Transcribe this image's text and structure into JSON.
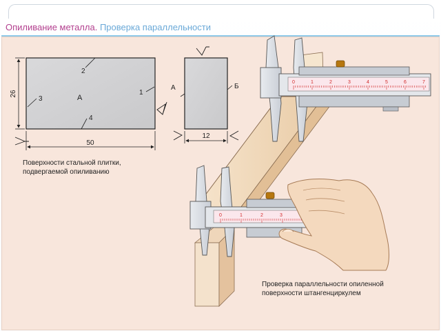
{
  "title": {
    "part1": "Опиливание металла.",
    "part2": "Проверка параллельности"
  },
  "plate_front": {
    "label_center": "A",
    "callouts": [
      "1",
      "2",
      "3",
      "4"
    ],
    "dim_width": "50",
    "dim_height": "26"
  },
  "plate_side": {
    "label_left": "A",
    "label_right": "Б",
    "dim_width": "12"
  },
  "caliper_upper": {
    "scale_numbers": [
      "0",
      "1",
      "2",
      "3",
      "4",
      "5",
      "6",
      "7"
    ]
  },
  "caliper_lower": {
    "scale_numbers": [
      "0",
      "1",
      "2",
      "3"
    ]
  },
  "captions": {
    "left": "Поверхности стальной плитки,\nподвергаемой опиливанию",
    "right": "Проверка параллельности опиленной\n поверхности штангенциркулем"
  },
  "colors": {
    "title_magenta": "#b3408f",
    "title_blue": "#6aa9d8",
    "panel_background": "#f8e6dc",
    "plate_fill": "#d4d4d6",
    "workpiece_fill": "#f3dcc2",
    "caliper_fill": "#dfe3e8",
    "scale_red": "#d12a2a",
    "hand_fill": "#f4d9be"
  }
}
